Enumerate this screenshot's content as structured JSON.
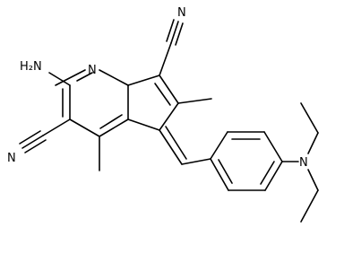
{
  "structure": {
    "atom_labels": {
      "amine": "H₂N",
      "ring_nitrogen": "N",
      "top_nitrile_nitrogen": "N",
      "left_nitrile_nitrogen": "N",
      "amine_nitrogen": "N"
    },
    "colors": {
      "bond": "#000000",
      "background": "#ffffff"
    }
  }
}
